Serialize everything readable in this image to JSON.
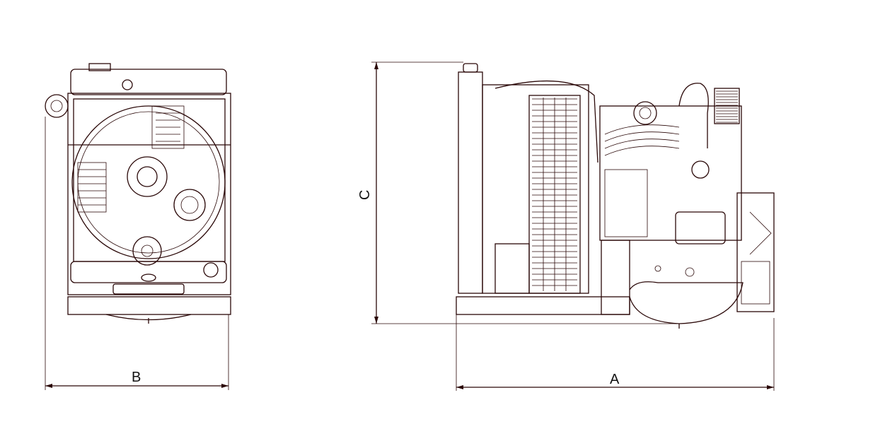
{
  "drawing": {
    "dimensions": {
      "width_label": "B",
      "length_label": "A",
      "height_label": "C"
    },
    "line_color": "#2a0808"
  }
}
